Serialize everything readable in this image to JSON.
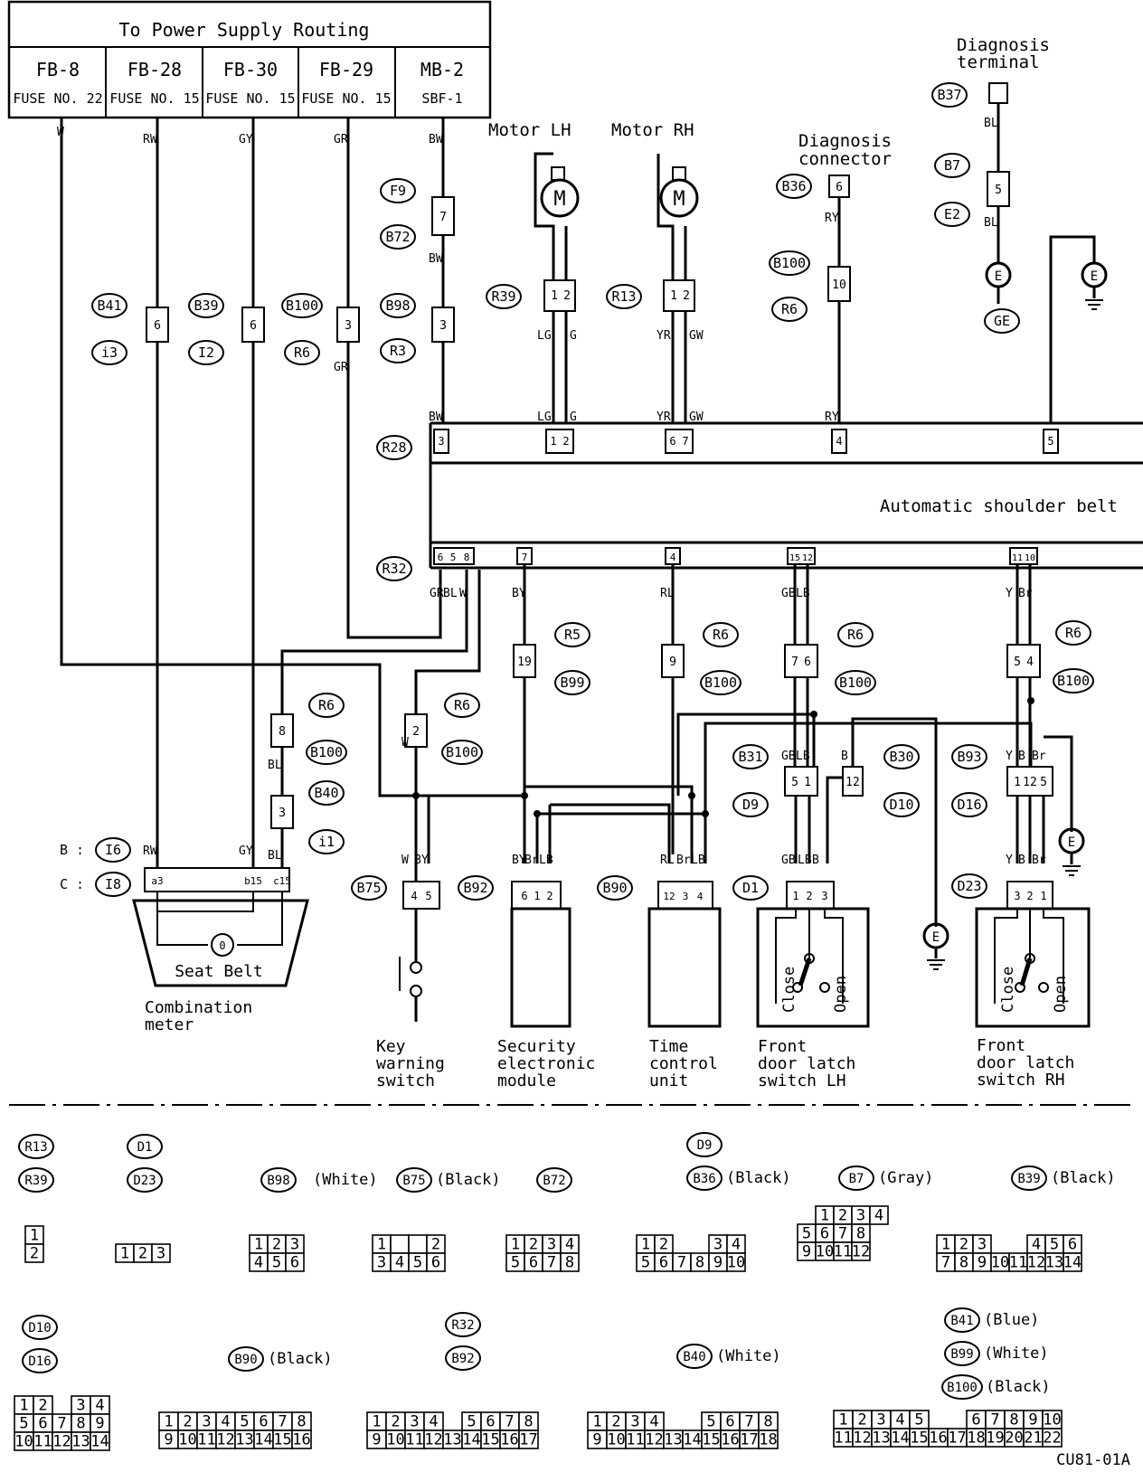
{
  "power_table": {
    "title": "To Power Supply Routing",
    "columns": [
      {
        "name": "FB-8",
        "fuse": "FUSE NO. 22"
      },
      {
        "name": "FB-28",
        "fuse": "FUSE NO. 15"
      },
      {
        "name": "FB-30",
        "fuse": "FUSE NO. 15"
      },
      {
        "name": "FB-29",
        "fuse": "FUSE NO. 15"
      },
      {
        "name": "MB-2",
        "fuse": "SBF-1"
      }
    ]
  },
  "labels": {
    "motor_lh": "Motor LH",
    "motor_rh": "Motor RH",
    "diag_terminal_1": "Diagnosis",
    "diag_terminal_2": "terminal",
    "diag_connector_1": "Diagnosis",
    "diag_connector_2": "connector",
    "belt_unit": "Automatic shoulder belt",
    "seat_belt": "Seat Belt",
    "combination_meter_1": "Combination",
    "combination_meter_2": "meter",
    "key_warning_1": "Key",
    "key_warning_2": "warning",
    "key_warning_3": "switch",
    "security_1": "Security",
    "security_2": "electronic",
    "security_3": "module",
    "time_control_1": "Time",
    "time_control_2": "control",
    "time_control_3": "unit",
    "latch_lh_1": "Front",
    "latch_lh_2": "door latch",
    "latch_lh_3": "switch LH",
    "latch_rh_1": "Front",
    "latch_rh_2": "door latch",
    "latch_rh_3": "switch RH",
    "close": "Close",
    "open": "Open",
    "meter_b": "B :",
    "meter_c": "C :",
    "figure_code": "CU81-01A"
  },
  "connector_ids": {
    "F9": "F9",
    "B72": "B72",
    "B98": "B98",
    "R3": "R3",
    "B41": "B41",
    "i3": "i3",
    "B39": "B39",
    "I2": "I2",
    "B100": "B100",
    "R6": "R6",
    "R39": "R39",
    "R13": "R13",
    "B36": "B36",
    "B37": "B37",
    "B7": "B7",
    "E2": "E2",
    "GE": "GE",
    "R28": "R28",
    "R32": "R32",
    "R5": "R5",
    "B99": "B99",
    "B40": "B40",
    "i1": "i1",
    "I6": "I6",
    "I8": "I8",
    "B75": "B75",
    "B92": "B92",
    "B90": "B90",
    "D1": "D1",
    "D23": "D23",
    "B31": "B31",
    "B30": "B30",
    "B93": "B93",
    "D9": "D9",
    "D10": "D10",
    "D16": "D16",
    "D1b": "D1",
    "D23b": "D23",
    "D10b": "D10",
    "D16b": "D16",
    "R32b": "R32",
    "B92b": "B92",
    "R13b": "R13",
    "R39b": "R39",
    "D9b": "D9",
    "B36b": "B36",
    "B7b": "B7",
    "B39b": "B39",
    "B98b": "B98",
    "B75b": "B75",
    "B72b": "B72",
    "B90b": "B90",
    "B40b": "B40",
    "B41b": "B41",
    "B99b": "B99",
    "B100b": "B100"
  },
  "legend_colors": {
    "white": "(White)",
    "black": "(Black)",
    "gray": "(Gray)",
    "blue": "(Blue)"
  },
  "wire_colors": {
    "W": "W",
    "RW": "RW",
    "GY": "GY",
    "GR": "GR",
    "BW": "BW",
    "LG": "LG",
    "G": "G",
    "YR": "YR",
    "GW": "GW",
    "RY": "RY",
    "BL": "BL",
    "BY": "BY",
    "RL": "RL",
    "GB": "GB",
    "LB": "LB",
    "Y": "Y",
    "Br": "Br",
    "B": "B"
  },
  "pins": {
    "p1": "1",
    "p2": "2",
    "p3": "3",
    "p4": "4",
    "p5": "5",
    "p6": "6",
    "p7": "7",
    "p8": "8",
    "p9": "9",
    "p10": "10",
    "p11": "11",
    "p12": "12",
    "p15": "15",
    "p19": "19",
    "a3": "a3",
    "b15": "b15",
    "c15": "c15"
  }
}
